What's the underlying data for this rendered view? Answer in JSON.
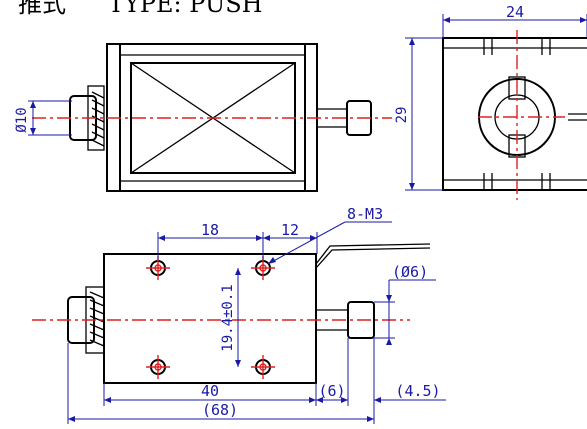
{
  "title": {
    "cn": "推式",
    "en": "TYPE: PUSH"
  },
  "side_view": {
    "diameter_label": "Ø10"
  },
  "end_view": {
    "width_label": "24",
    "height_label": "29"
  },
  "bottom_view": {
    "hole_spacing_left": "18",
    "hole_spacing_right": "12",
    "screw_label": "8-M3",
    "hole_vertical": "19.4±0.1",
    "plunger_diameter": "(Ø6)",
    "body_length": "40",
    "gap_length": "(6)",
    "plunger_head": "(4.5)",
    "total_length": "(68)"
  },
  "colors": {
    "outline": "#000000",
    "centerline": "#e02020",
    "dimension": "#1a1aa6"
  }
}
